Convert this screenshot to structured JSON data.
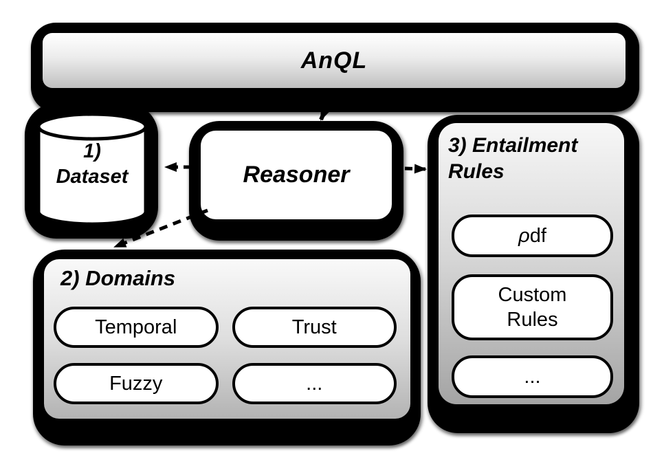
{
  "figure": {
    "type": "architecture-diagram"
  },
  "nodes": {
    "anql": {
      "label": "AnQL"
    },
    "dataset": {
      "number": "1)",
      "label": "Dataset"
    },
    "reasoner": {
      "label": "Reasoner"
    },
    "domains": {
      "title": "2) Domains",
      "pills": [
        {
          "label": "Temporal"
        },
        {
          "label": "Trust"
        },
        {
          "label": "Fuzzy"
        },
        {
          "label": "..."
        }
      ]
    },
    "entailment": {
      "title": "3) Entailment Rules",
      "pills": [
        {
          "label_italic": "ρ",
          "label": "df"
        },
        {
          "label_italic": "",
          "label": "Custom Rules"
        },
        {
          "label_italic": "",
          "label": "..."
        }
      ]
    }
  },
  "edges": [
    {
      "from": "AnQL",
      "to": "Reasoner",
      "style": "solid-arrow"
    },
    {
      "from": "Reasoner",
      "to": "1) Dataset",
      "style": "dashed-arrow"
    },
    {
      "from": "Reasoner",
      "to": "3) Entailment Rules",
      "style": "dashed-arrow"
    },
    {
      "from": "Reasoner",
      "to": "2) Domains",
      "style": "dashed-arrow"
    }
  ],
  "colors": {
    "outline": "#000000",
    "node_fill": "#ffffff",
    "gradient_light": "#f8f8f8",
    "gradient_dark": "#a4a4a4",
    "background": "#ffffff"
  }
}
